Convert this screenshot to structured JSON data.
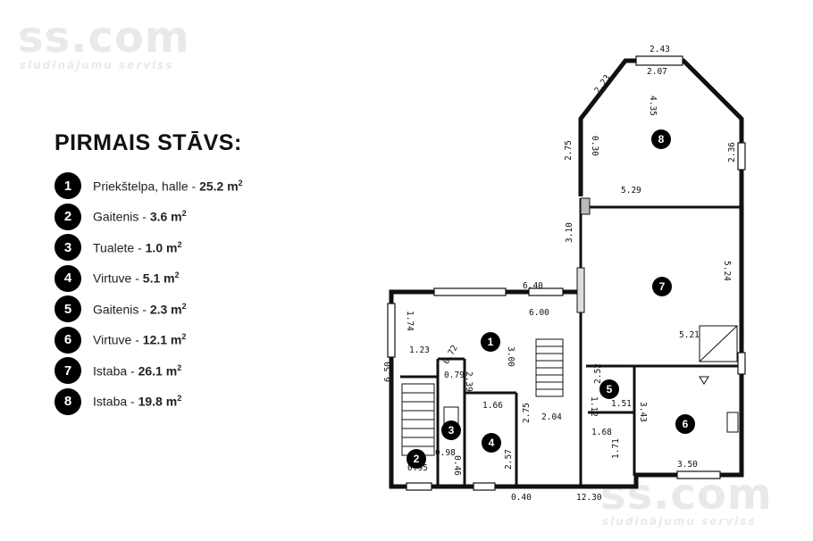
{
  "watermark": {
    "brand": "ss.com",
    "tagline": "sludinājumu serviss"
  },
  "title": "PIRMAIS STĀVS:",
  "rooms": [
    {
      "num": "1",
      "name": "Priekštelpa, halle",
      "area": "25.2 m"
    },
    {
      "num": "2",
      "name": "Gaitenis",
      "area": "3.6 m"
    },
    {
      "num": "3",
      "name": "Tualete",
      "area": "1.0 m"
    },
    {
      "num": "4",
      "name": "Virtuve",
      "area": "5.1 m"
    },
    {
      "num": "5",
      "name": "Gaitenis",
      "area": "2.3 m"
    },
    {
      "num": "6",
      "name": "Virtuve",
      "area": "12.1 m"
    },
    {
      "num": "7",
      "name": "Istaba",
      "area": "26.1 m"
    },
    {
      "num": "8",
      "name": "Istaba",
      "area": "19.8 m"
    }
  ],
  "unit_sup": "2",
  "separator": " - ",
  "plan": {
    "dimensions": {
      "d243": "2.43",
      "d207": "2.07",
      "d223": "2.23",
      "d435": "4.35",
      "d275": "2.75",
      "d030": "0.30",
      "d236": "2.36",
      "d529": "5.29",
      "d310": "3.10",
      "d524": "5.24",
      "d640": "6.40",
      "d600": "6.00",
      "d521": "5.21",
      "d174": "1.74",
      "d123": "1.23",
      "d300": "3.00",
      "d650": "6.50",
      "d072": "0.72",
      "d079": "0.79",
      "d239": "2.39",
      "d166": "1.66",
      "d275b": "2.75",
      "d204": "2.04",
      "d252": "2.52",
      "d112": "1.12",
      "d151": "1.51",
      "d343": "3.43",
      "d168": "1.68",
      "d171": "1.71",
      "d257": "2.57",
      "d095": "0.95",
      "d098": "0.98",
      "d046": "0.46",
      "d350": "3.50",
      "d040": "0.40",
      "d1230": "12.30"
    }
  }
}
